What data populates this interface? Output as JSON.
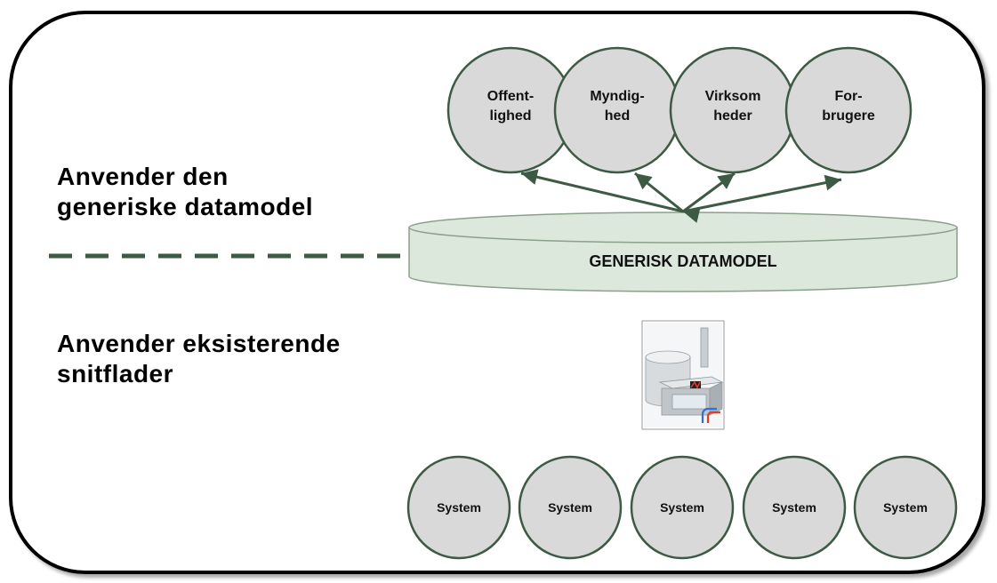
{
  "headings": {
    "top_line1": "Anvender den",
    "top_line2": "generiske datamodel",
    "bottom_line1": "Anvender eksisterende",
    "bottom_line2": "snitflader"
  },
  "consumers": [
    {
      "line1": "Offent-",
      "line2": "lighed"
    },
    {
      "line1": "Myndig-",
      "line2": "hed"
    },
    {
      "line1": "Virksom",
      "line2": "heder"
    },
    {
      "line1": "For-",
      "line2": "brugere"
    }
  ],
  "datamodel": {
    "label": "GENERISK DATAMODEL"
  },
  "systems": [
    "System",
    "System",
    "System",
    "System",
    "System"
  ],
  "colors": {
    "circle_fill": "#d9d9d9",
    "circle_stroke": "#3d5a45",
    "arrow": "#3d5a45",
    "db_fill": "#dde8dd",
    "db_stroke": "#8aa08a",
    "dash": "#3d5a45"
  }
}
